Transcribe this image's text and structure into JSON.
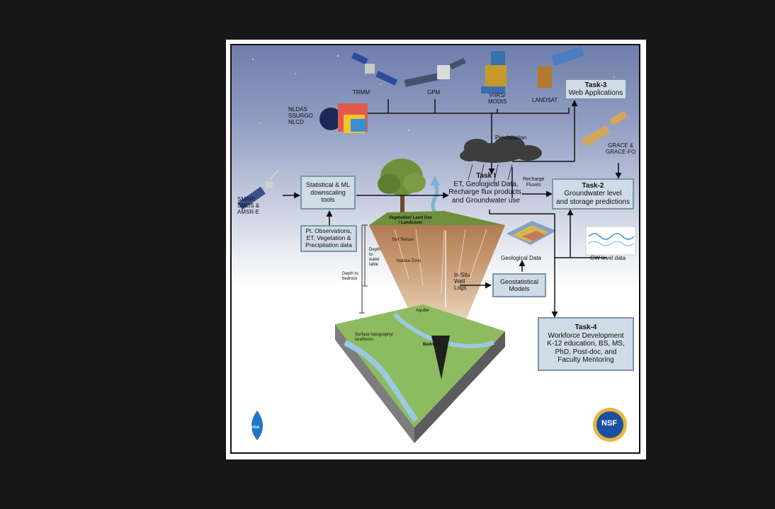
{
  "satellites": {
    "trmm": "TRMM",
    "gpm": "GPM",
    "viirs_modis": [
      "VIIRS/",
      "MODIS"
    ],
    "landsat": "LANDSAT",
    "grace": [
      "GRACE &",
      "GRACE-FO"
    ],
    "smap": [
      "SMAP/",
      "SMOS &",
      "AMSR-E"
    ],
    "nldas": [
      "NLDAS",
      "SSURGO",
      "NLCD"
    ]
  },
  "precipitation_label": "Precipitation",
  "task1": {
    "title": "Task I",
    "lines": [
      "ET, Geological Data,",
      "Recharge flux products,",
      "and Groundwater use"
    ]
  },
  "recharge_fluxes": [
    "Recharge",
    "Fluxes"
  ],
  "task2": {
    "title": "Task-2",
    "lines": [
      "Groundwater level",
      "and storage predictions"
    ]
  },
  "task3": {
    "title": "Task-3",
    "lines": [
      "Web Applications"
    ]
  },
  "task4": {
    "title": "Task-4",
    "lines": [
      "Workforce Development",
      "K-12 education, BS, MS,",
      "PhD, Post-doc, and",
      "Faculty Mentoring"
    ]
  },
  "downscaling_box": [
    "Statistical & ML",
    "downscaling",
    "tools"
  ],
  "observations_box": [
    "Pt. Observations,",
    "ET, Vegetation &",
    "Precipitation data"
  ],
  "geostat_box": [
    "Geostatistical",
    "Models"
  ],
  "geological_data": "Geological Data",
  "gw_level_data": "GW level data",
  "in_situ": [
    "In Situ",
    "Well",
    "Logs"
  ],
  "soil_labels": {
    "vegetation": [
      "Vegetation/ Land Use",
      "/ Landcover"
    ],
    "soil_texture": "Soil Texture",
    "vadose": "Vadose Zone",
    "aquifer": "Aquifer",
    "bedrock": "Bedrock",
    "surface": [
      "Surface topography/",
      "landforms"
    ],
    "depth_water": [
      "Depth",
      "to",
      "water",
      "table"
    ],
    "depth_bedrock": [
      "Depth to",
      "bedrock"
    ]
  },
  "logos": {
    "nsf": "NSF",
    "left": "UGA"
  },
  "colors": {
    "box_fill": "#cfdbe6",
    "box_border": "#7d95aa",
    "sky_top": "#6f7fab"
  }
}
